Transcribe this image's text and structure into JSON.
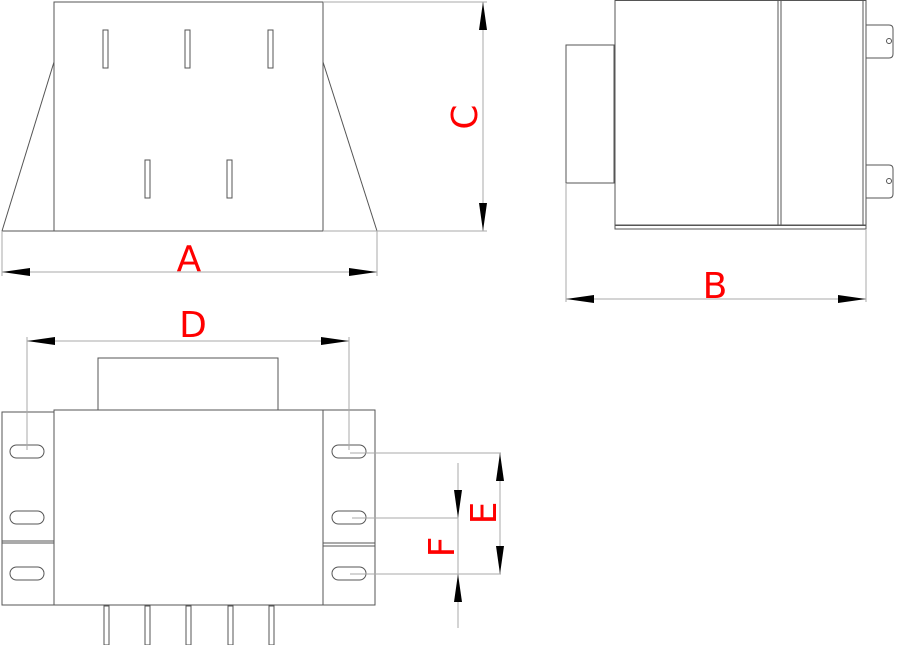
{
  "labels": {
    "A": "A",
    "B": "B",
    "C": "C",
    "D": "D",
    "E": "E",
    "F": "F"
  },
  "colors": {
    "label": "#ff0000",
    "outline": "#555555",
    "dimension": "#aaaaaa"
  }
}
